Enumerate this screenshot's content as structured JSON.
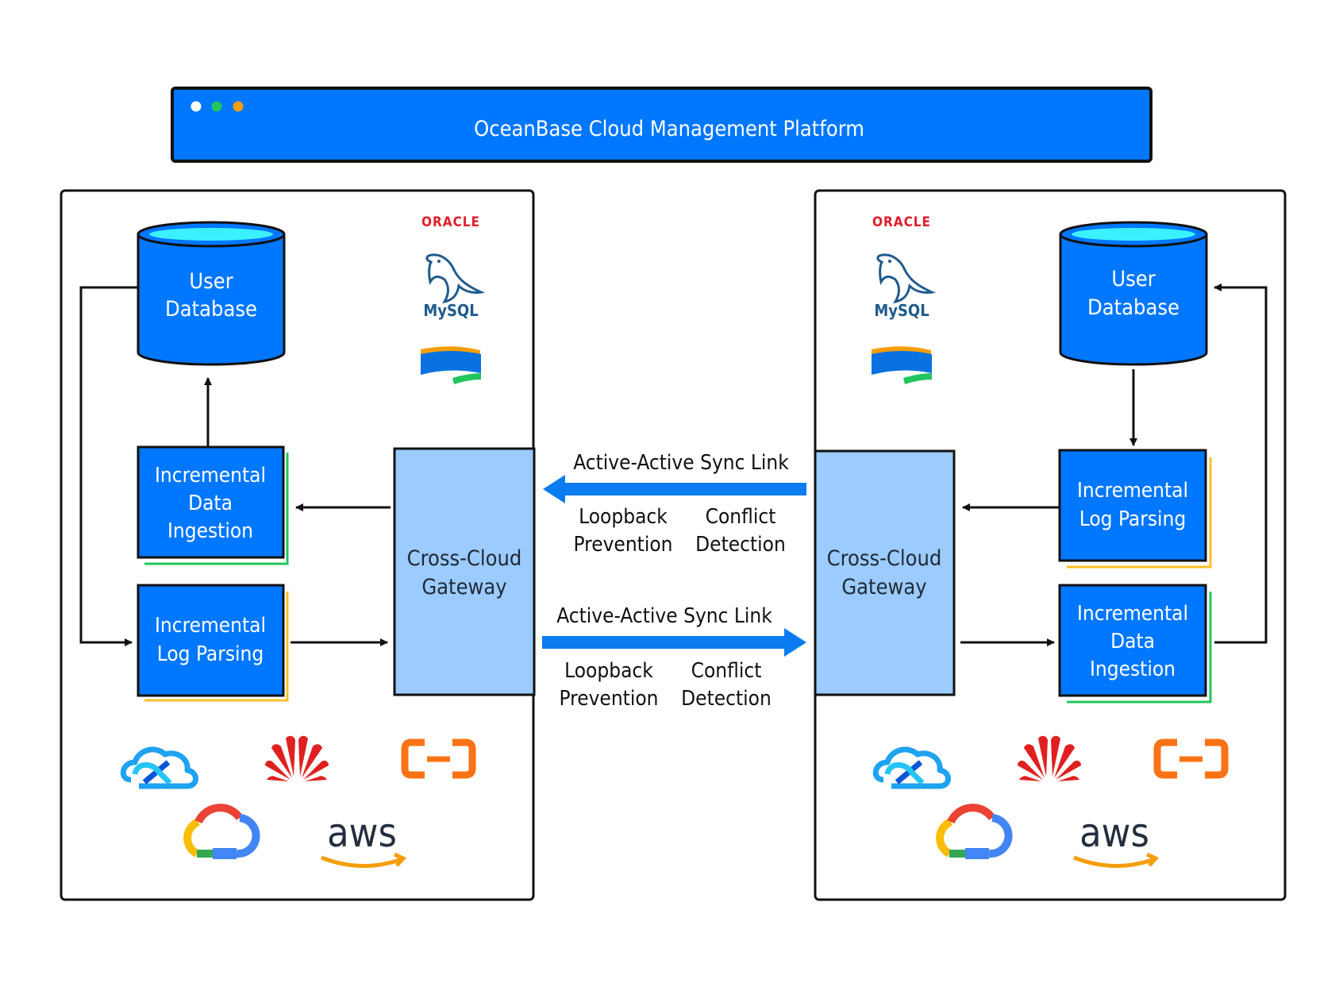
{
  "header": {
    "title": "OceanBase Cloud Management Platform",
    "window_dots": [
      "#ffffff",
      "#22c55e",
      "#f59e0b"
    ]
  },
  "left_cloud": {
    "user_database": [
      "User",
      "Database"
    ],
    "incremental_data_ingestion": [
      "Incremental",
      "Data",
      "Ingestion"
    ],
    "incremental_log_parsing": [
      "Incremental",
      "Log  Parsing"
    ],
    "gateway": [
      "Cross-Cloud",
      "Gateway"
    ],
    "db_logos": {
      "oracle": "ORACLE",
      "mysql": "MySQL",
      "third": "generic-db-logo"
    },
    "cloud_logos": {
      "aws": "aws",
      "others": [
        "tencent-cloud-icon",
        "huawei-cloud-icon",
        "alibaba-cloud-icon",
        "google-cloud-icon"
      ]
    }
  },
  "right_cloud": {
    "user_database": [
      "User",
      "Database"
    ],
    "incremental_log_parsing": [
      "Incremental",
      "Log  Parsing"
    ],
    "incremental_data_ingestion": [
      "Incremental",
      "Data",
      "Ingestion"
    ],
    "gateway": [
      "Cross-Cloud",
      "Gateway"
    ],
    "db_logos": {
      "oracle": "ORACLE",
      "mysql": "MySQL",
      "third": "generic-db-logo"
    },
    "cloud_logos": {
      "aws": "aws",
      "others": [
        "tencent-cloud-icon",
        "huawei-cloud-icon",
        "alibaba-cloud-icon",
        "google-cloud-icon"
      ]
    }
  },
  "links": {
    "top": {
      "label": "Active-Active Sync Link",
      "direction": "right-to-left",
      "features": [
        [
          "Loopback",
          "Prevention"
        ],
        [
          "Conflict",
          "Detection"
        ]
      ]
    },
    "bottom": {
      "label": "Active-Active Sync Link",
      "direction": "left-to-right",
      "features": [
        [
          "Loopback",
          "Prevention"
        ],
        [
          "Conflict",
          "Detection"
        ]
      ]
    }
  },
  "colors": {
    "primary_blue": "#0077ff",
    "gateway_fill": "#9ccbff",
    "cylinder_top": "#3cf1ff",
    "outline": "#111111",
    "accent_green": "#22c55e",
    "accent_orange": "#fbbf24"
  }
}
